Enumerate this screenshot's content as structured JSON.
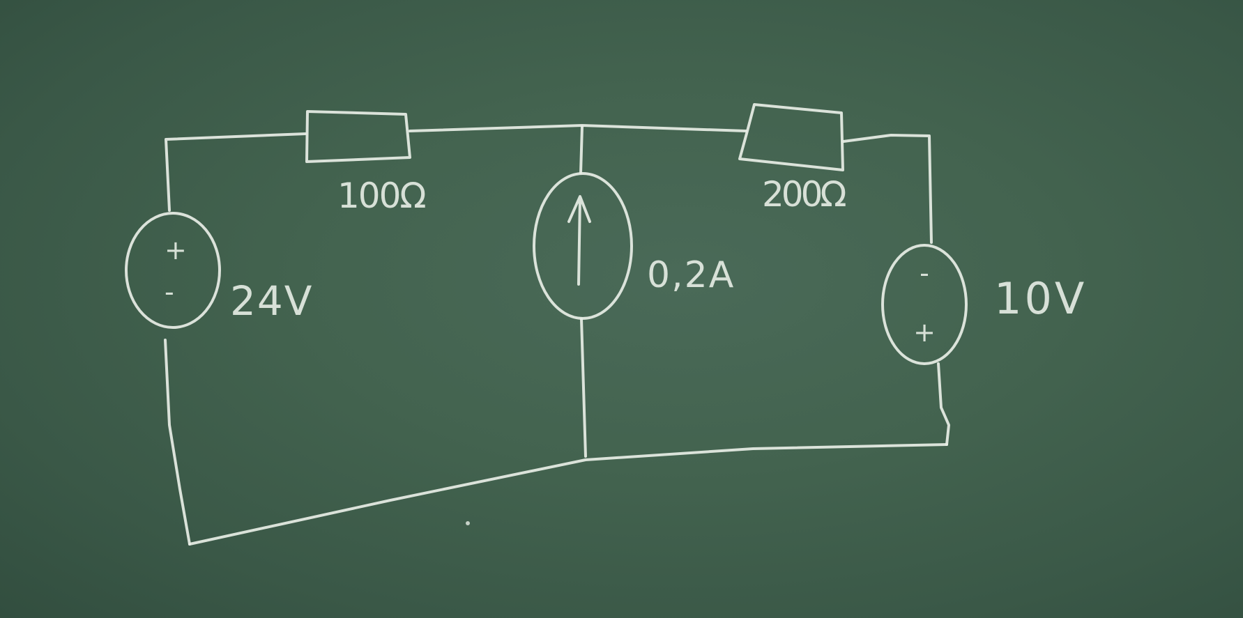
{
  "diagram": {
    "resistor_left": {
      "label": "100Ω"
    },
    "resistor_right": {
      "label": "200Ω"
    },
    "voltage_source_left": {
      "label": "24V",
      "top_sign": "+",
      "bottom_sign": "-"
    },
    "current_source": {
      "label": "0,2A",
      "direction": "up"
    },
    "voltage_source_right": {
      "label": "10V",
      "top_sign": "-",
      "bottom_sign": "+"
    }
  }
}
